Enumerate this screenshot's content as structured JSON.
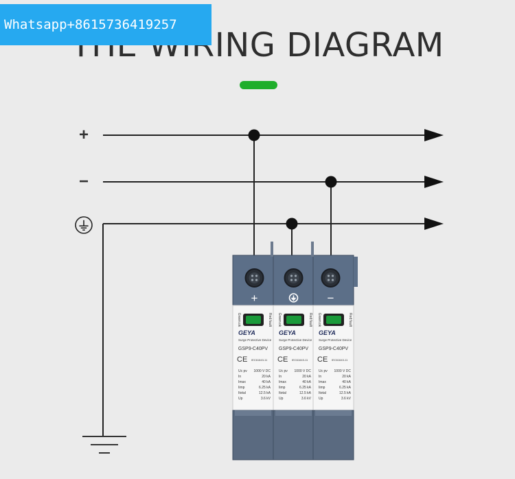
{
  "watermark": "Whatsapp+8615736419257",
  "title": "THE WIRING DIAGRAM",
  "colors": {
    "accent": "#1fae2b",
    "wire": "#222222",
    "module_top": "#5c6f88",
    "module_bottom": "#5a6a80",
    "module_body": "#f6f6f6",
    "indicator": "#1a9a3a",
    "indicator_frame": "#222222",
    "background": "#ebebeb"
  },
  "rails": [
    {
      "name": "positive",
      "symbol": "+"
    },
    {
      "name": "negative",
      "symbol": "−"
    },
    {
      "name": "ground",
      "symbol": "ground-icon"
    }
  ],
  "modules": [
    {
      "terminal_symbol": "+",
      "side_left": "Green:ok",
      "side_right": "Red:fault",
      "brand": "GEYA",
      "subtitle": "Surge Protective Device",
      "model": "GSP9-C40PV",
      "standard": "IEC61643-11",
      "ce": "CE",
      "specs": [
        {
          "label": "Uc pv",
          "value": "1000 V DC"
        },
        {
          "label": "In",
          "value": "20 kA"
        },
        {
          "label": "Imax",
          "value": "40 kA"
        },
        {
          "label": "Iimp",
          "value": "6.25 kA"
        },
        {
          "label": "Itotal",
          "value": "12.5 kA"
        },
        {
          "label": "Up",
          "value": "3.6 kV"
        }
      ]
    },
    {
      "terminal_symbol": "ground-icon",
      "side_left": "Green:ok",
      "side_right": "Red:fault",
      "brand": "GEYA",
      "subtitle": "Surge Protective Device",
      "model": "GSP9-C40PV",
      "standard": "IEC61643-11",
      "ce": "CE",
      "specs": [
        {
          "label": "Uc pv",
          "value": "1000 V DC"
        },
        {
          "label": "In",
          "value": "20 kA"
        },
        {
          "label": "Imax",
          "value": "40 kA"
        },
        {
          "label": "Iimp",
          "value": "6.25 kA"
        },
        {
          "label": "Itotal",
          "value": "12.5 kA"
        },
        {
          "label": "Up",
          "value": "3.6 kV"
        }
      ]
    },
    {
      "terminal_symbol": "−",
      "side_left": "Green:ok",
      "side_right": "Red:fault",
      "brand": "GEYA",
      "subtitle": "Surge Protective Device",
      "model": "GSP9-C40PV",
      "standard": "IEC61643-11",
      "ce": "CE",
      "specs": [
        {
          "label": "Uc pv",
          "value": "1000 V DC"
        },
        {
          "label": "In",
          "value": "20 kA"
        },
        {
          "label": "Imax",
          "value": "40 kA"
        },
        {
          "label": "Iimp",
          "value": "6.25 kA"
        },
        {
          "label": "Itotal",
          "value": "12.5 kA"
        },
        {
          "label": "Up",
          "value": "3.6 kV"
        }
      ]
    }
  ]
}
